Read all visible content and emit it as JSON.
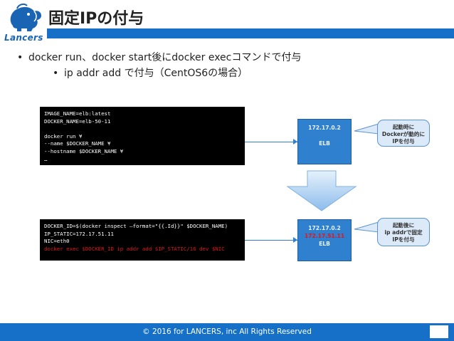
{
  "header": {
    "title": "固定IPの付与",
    "logo_text": "Lancers"
  },
  "bullets": [
    "docker run、docker start後にdocker execコマンドで付与",
    "ip addr add で付与（CentOS6の場合）"
  ],
  "code_block_1": [
    "IMAGE_NAME=elb:latest",
    "DOCKER_NAME=elb-50-11",
    "",
    "docker run ¥",
    "--name $DOCKER_NAME ¥",
    "--hostname $DOCKER_NAME ¥",
    "…"
  ],
  "code_block_2": {
    "lines": [
      "DOCKER_ID=$(docker inspect –format=\"{{.Id}}\" $DOCKER_NAME)",
      "IP_STATIC=172.17.51.11",
      "NIC=eth0"
    ],
    "highlight_line": "docker exec $DOCKER_ID ip addr add $IP_STATIC/16 dev $NIC"
  },
  "elb_before": {
    "ip": "172.17.0.2",
    "label": "ELB"
  },
  "elb_after": {
    "ip": "172.17.0.2",
    "ip_static": "172.17.51.11",
    "label": "ELB"
  },
  "callout_before": [
    "起動時に",
    "Dockerが動的に",
    "IPを付与"
  ],
  "callout_after": [
    "起動後に",
    "ip addrで固定",
    "IPを付与"
  ],
  "footer": {
    "text": "© 2016 for LANCERS, inc All Rights Reserved"
  },
  "colors": {
    "brand_blue": "#1670c7",
    "elb_blue": "#2f80cf",
    "highlight_red": "#e0161b"
  }
}
